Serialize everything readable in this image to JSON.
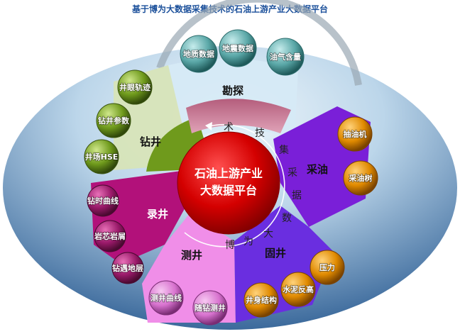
{
  "title": "基于博为大数据采集技术的石油上游产业大数据平台",
  "center": {
    "line1": "石油上游产业",
    "line2": "大数据平台"
  },
  "ring_text": [
    "术",
    "技",
    "集",
    "采",
    "据",
    "数",
    "大",
    "为",
    "博"
  ],
  "sectors": {
    "kantan": {
      "label": "勘探",
      "color": "#d6eaf6"
    },
    "zuanjing": {
      "label": "钻井",
      "color": "#d7e4b8"
    },
    "caiyou": {
      "label": "采油",
      "color": "#7a1fd8"
    },
    "lujing": {
      "label": "录井",
      "color": "#b2117a"
    },
    "cejing": {
      "label": "测井",
      "color": "#f08ee8"
    },
    "gujing": {
      "label": "固井",
      "color": "#6a2ee0"
    }
  },
  "balls": {
    "kantan": [
      "地质数据",
      "地震数据",
      "油气含量"
    ],
    "zuanjing": [
      "井眼轨迹",
      "钻井参数",
      "井场HSE"
    ],
    "caiyou": [
      "抽油机",
      "采油树"
    ],
    "lujing": [
      "钻时曲线",
      "岩芯岩屑",
      "钻遇地层"
    ],
    "cejing": [
      "测井曲线",
      "随钻测井"
    ],
    "gujing": [
      "井身结构",
      "水泥反高",
      "压力"
    ]
  },
  "colors": {
    "teal": "#5aa7a7",
    "green": "#6f9a1c",
    "orange": "#e08a00",
    "magenta": "#9a1a6a",
    "pink": "#d873cf",
    "core": "#d40000"
  }
}
